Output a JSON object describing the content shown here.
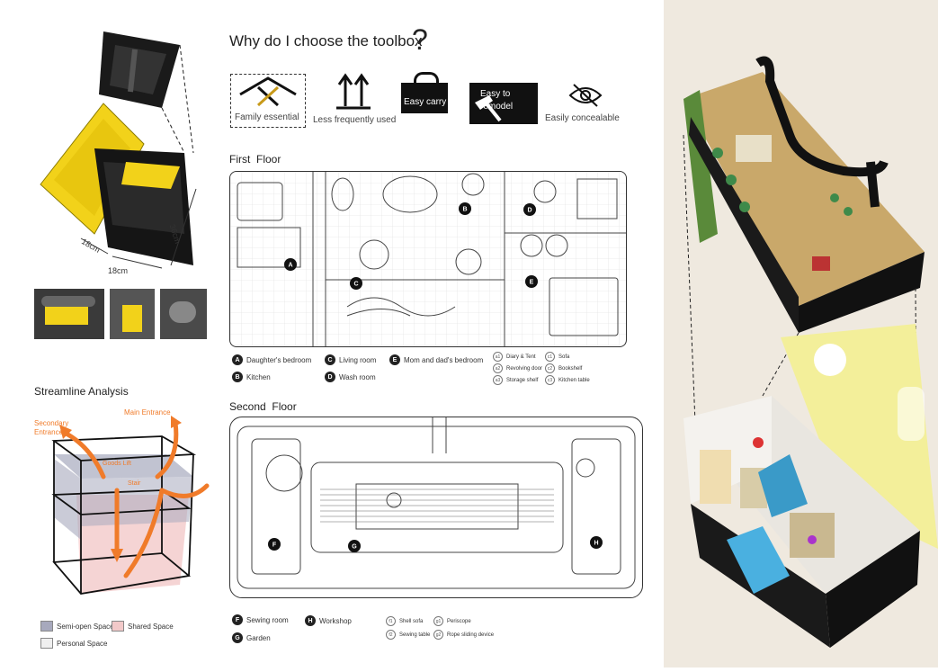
{
  "header": {
    "title": "Why do I choose the toolbox",
    "question_mark": "?"
  },
  "reasons": [
    {
      "label": "Family essential",
      "icon": "house-tools-icon"
    },
    {
      "label": "Less frequently used",
      "icon": "up-arrows-icon"
    },
    {
      "label": "Easy carry",
      "icon": "bag-icon"
    },
    {
      "label": "Easy to remodel",
      "icon": "hammer-icon"
    },
    {
      "label": "Easily concealable",
      "icon": "eye-off-icon"
    }
  ],
  "toolbox_dims": {
    "width": "18cm",
    "depth": "18cm",
    "length": "36cm"
  },
  "first_floor": {
    "title": "First  Floor",
    "rooms": [
      {
        "key": "A",
        "label": "Daughter's bedroom"
      },
      {
        "key": "B",
        "label": "Kitchen"
      },
      {
        "key": "C",
        "label": "Living room"
      },
      {
        "key": "D",
        "label": "Wash room"
      },
      {
        "key": "E",
        "label": "Mom and dad's bedroom"
      }
    ],
    "furniture": [
      {
        "key": "a1",
        "label": "Diary & Tent"
      },
      {
        "key": "a2",
        "label": "Revolving door"
      },
      {
        "key": "a3",
        "label": "Storage shelf"
      },
      {
        "key": "c1",
        "label": "Sofa"
      },
      {
        "key": "c2",
        "label": "Bookshelf"
      },
      {
        "key": "c3",
        "label": "Kitchen table"
      }
    ]
  },
  "second_floor": {
    "title": "Second  Floor",
    "rooms": [
      {
        "key": "F",
        "label": "Sewing room"
      },
      {
        "key": "G",
        "label": "Garden"
      },
      {
        "key": "H",
        "label": "Workshop"
      }
    ],
    "furniture": [
      {
        "key": "f1",
        "label": "Shell sofa"
      },
      {
        "key": "f2",
        "label": "Sewing table"
      },
      {
        "key": "g1",
        "label": "Periscope"
      },
      {
        "key": "g2",
        "label": "Rope sliding device"
      }
    ]
  },
  "streamline": {
    "title": "Streamline Analysis",
    "labels": {
      "main": "Main Entrance",
      "secondary": "Secondary Entrance",
      "lift": "Goods Lift",
      "stair": "Stair"
    },
    "legend": [
      {
        "label": "Semi-open Space",
        "color": "#a7a9bd"
      },
      {
        "label": "Shared Space",
        "color": "#f2c9c9"
      },
      {
        "label": "Personal Space",
        "color": "#efefef"
      }
    ]
  },
  "colors": {
    "accent": "#f07b2a",
    "yellow": "#f2d21a",
    "black": "#111111",
    "panel": "#efe9df"
  }
}
